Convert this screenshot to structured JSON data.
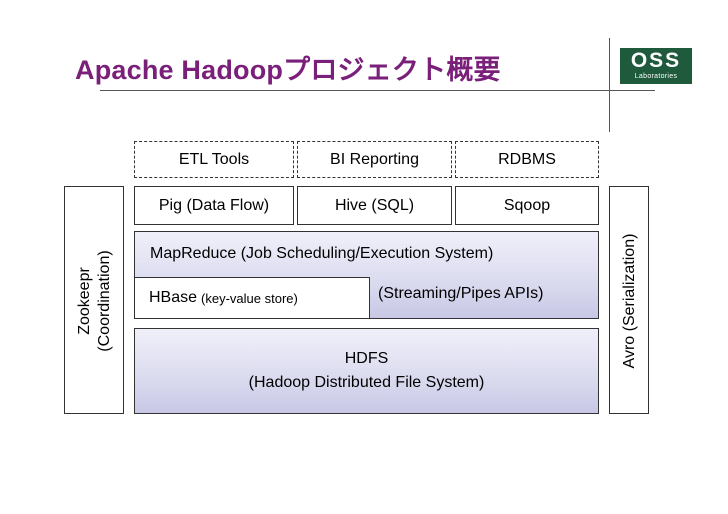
{
  "title": "Apache Hadoopプロジェクト概要",
  "logo": {
    "main": "OSS",
    "sub": "Laboratories",
    "color": "#1f5a3c"
  },
  "top_row": [
    "ETL Tools",
    "BI Reporting",
    "RDBMS"
  ],
  "second_row": [
    "Pig (Data Flow)",
    "Hive (SQL)",
    "Sqoop"
  ],
  "mapreduce": "MapReduce (Job Scheduling/Execution System)",
  "hbase": {
    "name": "HBase",
    "note": "(key-value store)"
  },
  "streaming": "(Streaming/Pipes APIs)",
  "hdfs": {
    "line1": "HDFS",
    "line2": "(Hadoop Distributed File System)"
  },
  "left_side": {
    "line1": "Zookeepr",
    "line2": "(Coordination)"
  },
  "right_side": "Avro (Serialization)",
  "colors": {
    "title": "#7a1f7a",
    "shade": "#d8d8ee"
  }
}
